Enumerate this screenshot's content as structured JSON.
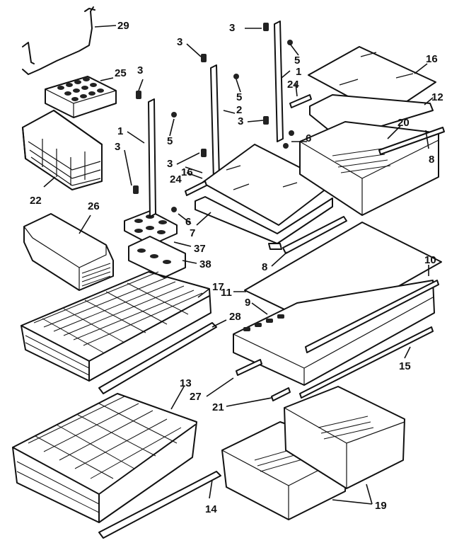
{
  "labels": {
    "l29": "29",
    "l25": "25",
    "l22": "22",
    "l26": "26",
    "l37": "37",
    "l38": "38",
    "l17": "17",
    "l28": "28",
    "l13": "13",
    "l27": "27",
    "l21": "21",
    "l14": "14",
    "l19": "19",
    "l15": "15",
    "l10": "10",
    "l11": "11",
    "l9": "9",
    "l8a": "8",
    "l8b": "8",
    "l7": "7",
    "l6a": "6",
    "l6b": "6",
    "l1a": "1",
    "l1b": "1",
    "l2": "2",
    "l3a": "3",
    "l3b": "3",
    "l3c": "3",
    "l3d": "3",
    "l3e": "3",
    "l3f": "3",
    "l5a": "5",
    "l5b": "5",
    "l5c": "5",
    "l24a": "24",
    "l24b": "24",
    "l16a": "16",
    "l16b": "16",
    "l12": "12",
    "l20": "20"
  }
}
